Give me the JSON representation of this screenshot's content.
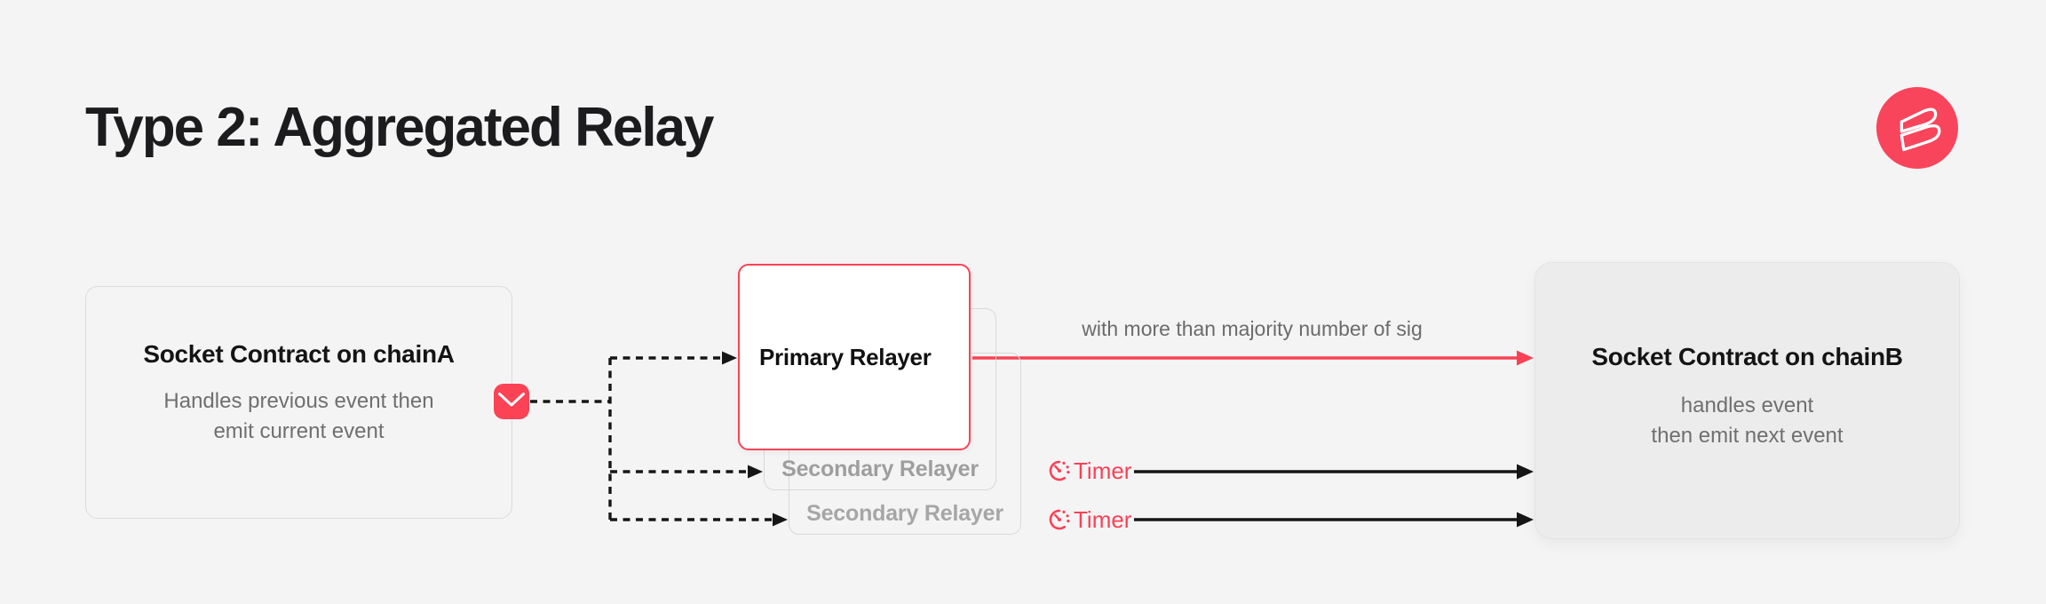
{
  "page": {
    "title": "Type 2: Aggregated Relay"
  },
  "logo": {
    "letter": "B"
  },
  "chain_a": {
    "title": "Socket Contract on chainA",
    "desc_line1": "Handles previous event then",
    "desc_line2": "emit current event"
  },
  "relayers": {
    "primary_label": "Primary Relayer",
    "secondary1_label": "Secondary Relayer",
    "secondary2_label": "Secondary Relayer"
  },
  "flow": {
    "aggregate_label": "with more than majority number of sig",
    "timer1_label": "Timer",
    "timer2_label": "Timer"
  },
  "chain_b": {
    "title": "Socket Contract on chainB",
    "desc_line1": "handles event",
    "desc_line2": "then emit next event"
  },
  "colors": {
    "background": "#f4f4f5",
    "accent_red": "#f94355",
    "arrow_black": "#161616",
    "border_gray": "#dcdcdc",
    "text_gray": "#6f6f6f",
    "muted_label_gray": "#9e9e9e",
    "chain_b_fill": "#ececec"
  }
}
